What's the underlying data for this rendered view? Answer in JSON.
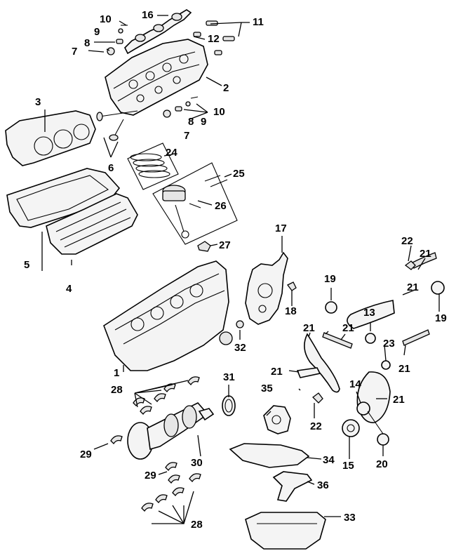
{
  "labels": {
    "l1": "1",
    "l2": "2",
    "l3": "3",
    "l4": "4",
    "l5": "5",
    "l6": "6",
    "l7a": "7",
    "l7b": "7",
    "l8a": "8",
    "l8b": "8",
    "l9a": "9",
    "l9b": "9",
    "l10a": "10",
    "l10b": "10",
    "l11": "11",
    "l12": "12",
    "l13": "13",
    "l14": "14",
    "l15": "15",
    "l16": "16",
    "l17": "17",
    "l18": "18",
    "l19a": "19",
    "l19b": "19",
    "l20": "20",
    "l21a": "21",
    "l21b": "21",
    "l21c": "21",
    "l21d": "21",
    "l21e": "21",
    "l21f": "21",
    "l21g": "21",
    "l22a": "22",
    "l22b": "22",
    "l23": "23",
    "l24": "24",
    "l25": "25",
    "l26": "26",
    "l27": "27",
    "l28a": "28",
    "l28b": "28",
    "l29a": "29",
    "l29b": "29",
    "l30": "30",
    "l31": "31",
    "l32": "32",
    "l33": "33",
    "l34": "34",
    "l35": "35",
    "l36": "36"
  }
}
